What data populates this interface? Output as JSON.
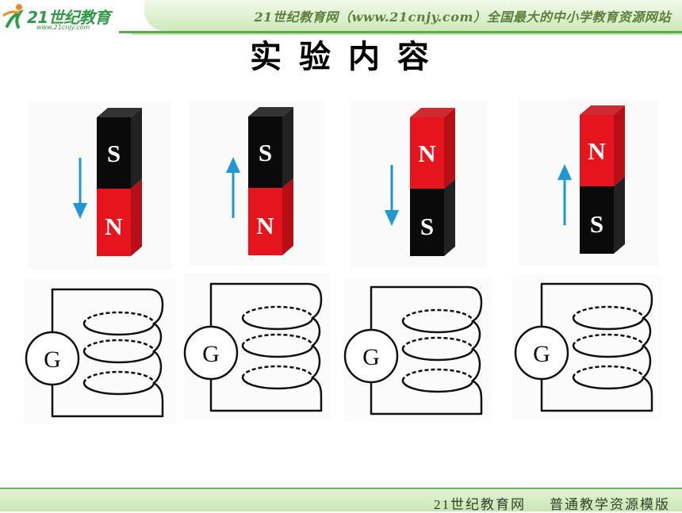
{
  "header": {
    "logo_text": "21世纪教育",
    "logo_url": "www.21cnjy.com",
    "banner_text": "21世纪教育网（www.21cnjy.com）全国最大的中小学教育资源网站"
  },
  "slide": {
    "title": "实 验 内 容"
  },
  "experiments": [
    {
      "magnet": {
        "top": "S",
        "bottom": "N"
      },
      "arrow_icon": "arrow-down-icon",
      "meter": "G"
    },
    {
      "magnet": {
        "top": "S",
        "bottom": "N"
      },
      "arrow_icon": "arrow-up-icon",
      "meter": "G"
    },
    {
      "magnet": {
        "top": "N",
        "bottom": "S"
      },
      "arrow_icon": "arrow-down-icon",
      "meter": "G"
    },
    {
      "magnet": {
        "top": "N",
        "bottom": "S"
      },
      "arrow_icon": "arrow-up-icon",
      "meter": "G"
    }
  ],
  "footer": {
    "site_name": "21世纪教育网",
    "template_name": "普通教学资源模版"
  },
  "colors": {
    "poles": {
      "N": {
        "front": "#e6151d",
        "side": "#b80f16",
        "top": "#cf2a30"
      },
      "S": {
        "front": "#0a0a0a",
        "side": "#222222",
        "top": "#333333"
      }
    },
    "pole_label": "#ffffff",
    "arrow": "#1e97d3"
  }
}
